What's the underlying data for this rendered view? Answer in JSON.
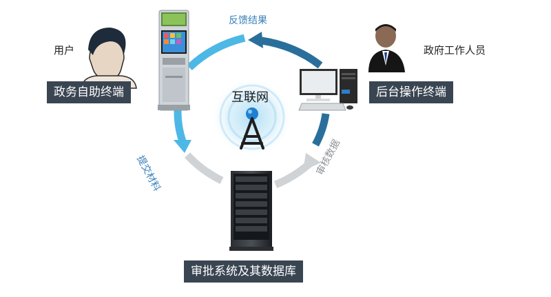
{
  "labels": {
    "user": "用户",
    "staff": "政府工作人员",
    "kiosk": "政务自助终端",
    "backend": "后台操作终端",
    "server": "审批系统及其数据库",
    "internet": "互联网"
  },
  "flows": {
    "feedback": "反馈结果",
    "submit": "提交材料",
    "review": "审核数据"
  },
  "colors": {
    "box_bg": "#3a4552",
    "arc_light_blue": "#4db8e6",
    "arc_dark_blue": "#2a6f9c",
    "arc_gray": "#cfd3d6",
    "flow_text_blue": "#3a7fb8",
    "flow_text_gray": "#8d949a"
  },
  "icons": [
    "user-avatar-icon",
    "staff-avatar-icon",
    "kiosk-icon",
    "computer-icon",
    "server-rack-icon",
    "antenna-icon"
  ]
}
